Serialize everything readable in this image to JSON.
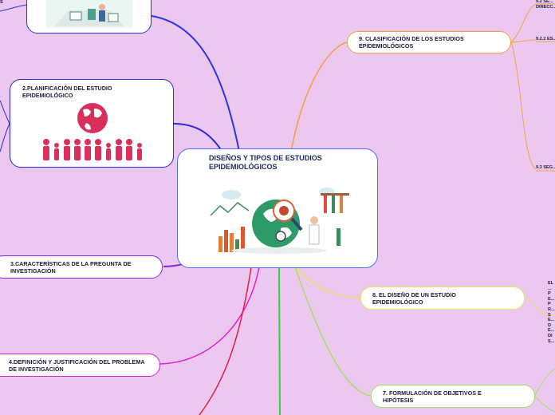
{
  "central": {
    "title": "DISEÑOS Y TIPOS DE ESTUDIOS EPIDEMIOLÓGICOS"
  },
  "left_nodes": [
    {
      "label": ""
    },
    {
      "label": "2.PLANIFICACIÓN DEL ESTUDIO EPIDEMIOLÓGICO"
    },
    {
      "label": "3.CARACTERÍSTICAS DE LA PREGUNTA DE INVESTIGACIÓN"
    },
    {
      "label": "4.DEFINICIÓN Y JUSTIFICACIÓN DEL PROBLEMA DE INVESTIGACIÓN"
    }
  ],
  "right_nodes": [
    {
      "label": "9. CLASIFICACIÓN DE LOS ESTUDIOS EPIDEMIOLÓGICOS"
    },
    {
      "label": "8. EL DISEÑO DE UN ESTUDIO EPIDEMIOLÓGICO"
    },
    {
      "label": "7. FORMULACIÓN DE OBJETIVOS E HIPÓTESIS"
    }
  ],
  "subtopics": {
    "s921": "9.2 SE... DIRECC...",
    "s922": "9.2.2 ES...",
    "s93": "9.3 SEG...",
    "s8text": "EL ... PE... PR... SE... DE... DIS...",
    "left_edge": "S"
  },
  "colors": {
    "central_border": "#4a6cf0",
    "node2_border": "#2a2ad0",
    "node3_border": "#8a2ad0",
    "node4_border": "#d020c0",
    "node9_border": "#f0a040",
    "node8_border": "#f0e060",
    "node7_border": "#a0e060"
  }
}
